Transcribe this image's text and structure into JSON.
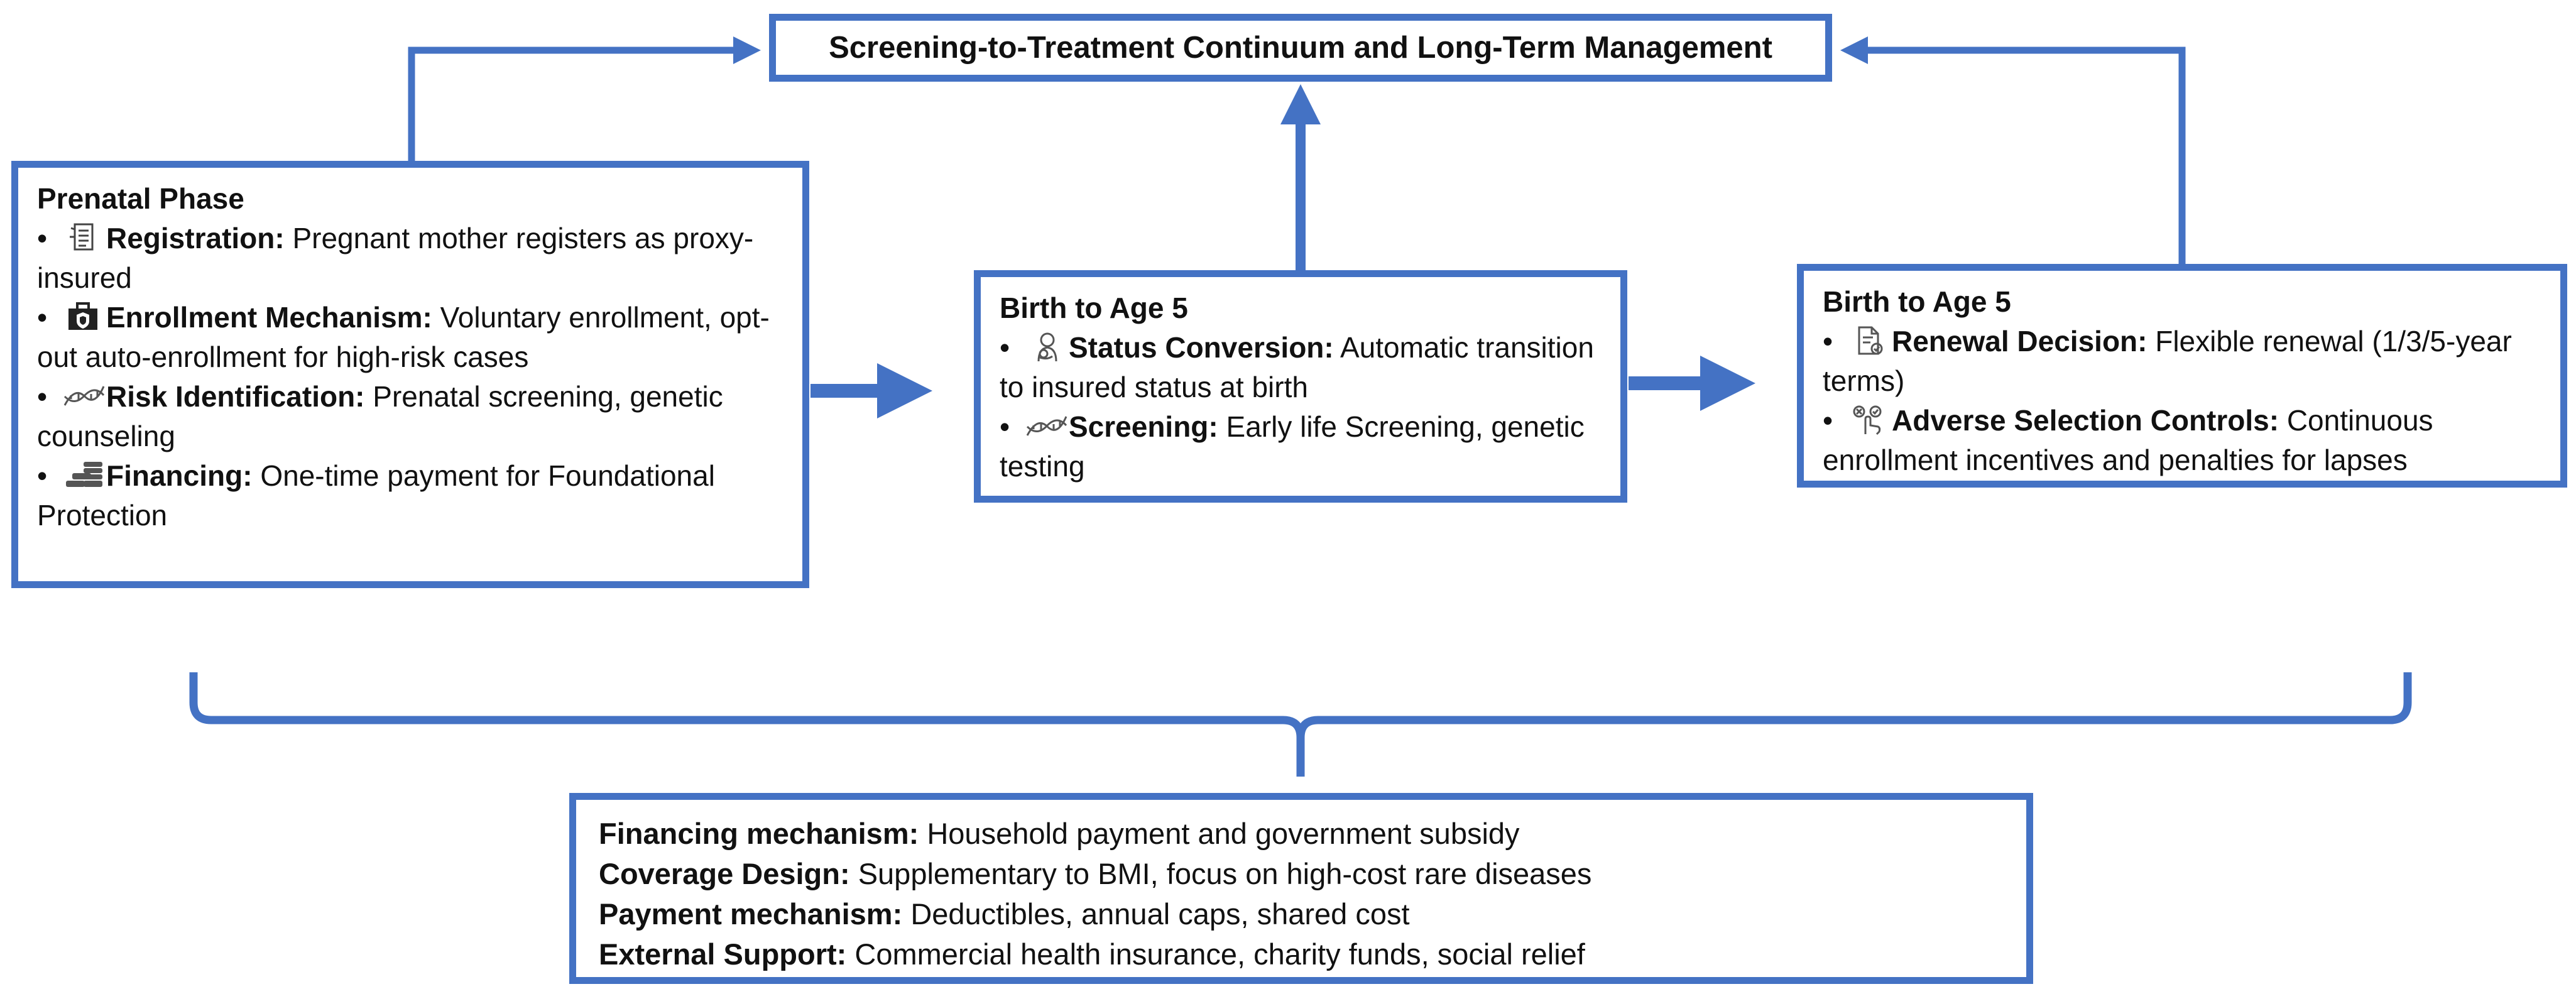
{
  "title": "Screening-to-Treatment Continuum and Long-Term Management",
  "colors": {
    "accent": "#4472C4",
    "text": "#111111",
    "background": "#ffffff"
  },
  "phases": [
    {
      "title": "Prenatal Phase",
      "items": [
        {
          "icon": "document-icon",
          "label": "Registration:",
          "text": "Pregnant mother registers as proxy-insured"
        },
        {
          "icon": "briefcase-shield-icon",
          "label": "Enrollment Mechanism:",
          "text": "Voluntary enrollment, opt-out auto-enrollment for high-risk cases"
        },
        {
          "icon": "dna-icon",
          "label": "Risk Identification:",
          "text": "Prenatal screening, genetic counseling"
        },
        {
          "icon": "coins-icon",
          "label": "Financing:",
          "text": "One-time payment for Foundational Protection"
        }
      ]
    },
    {
      "title": "Birth to Age 5",
      "items": [
        {
          "icon": "mother-baby-icon",
          "label": "Status Conversion:",
          "text": "Automatic transition to insured status at birth"
        },
        {
          "icon": "dna-icon",
          "label": "Screening:",
          "text": "Early life Screening, genetic testing"
        }
      ]
    },
    {
      "title": "Birth to Age 5",
      "items": [
        {
          "icon": "document-check-icon",
          "label": "Renewal Decision:",
          "text": "Flexible renewal (1/3/5-year terms)"
        },
        {
          "icon": "hand-choice-icon",
          "label": "Adverse Selection Controls:",
          "text": "Continuous enrollment incentives and penalties for lapses"
        }
      ]
    }
  ],
  "bullet": "•",
  "bottom": [
    {
      "label": "Financing mechanism:",
      "text": "Household payment and government subsidy"
    },
    {
      "label": "Coverage Design:",
      "text": "Supplementary to BMI, focus on high-cost rare diseases"
    },
    {
      "label": "Payment mechanism:",
      "text": "Deductibles, annual caps, shared cost"
    },
    {
      "label": "External Support:",
      "text": "Commercial health insurance, charity funds, social relief"
    }
  ]
}
